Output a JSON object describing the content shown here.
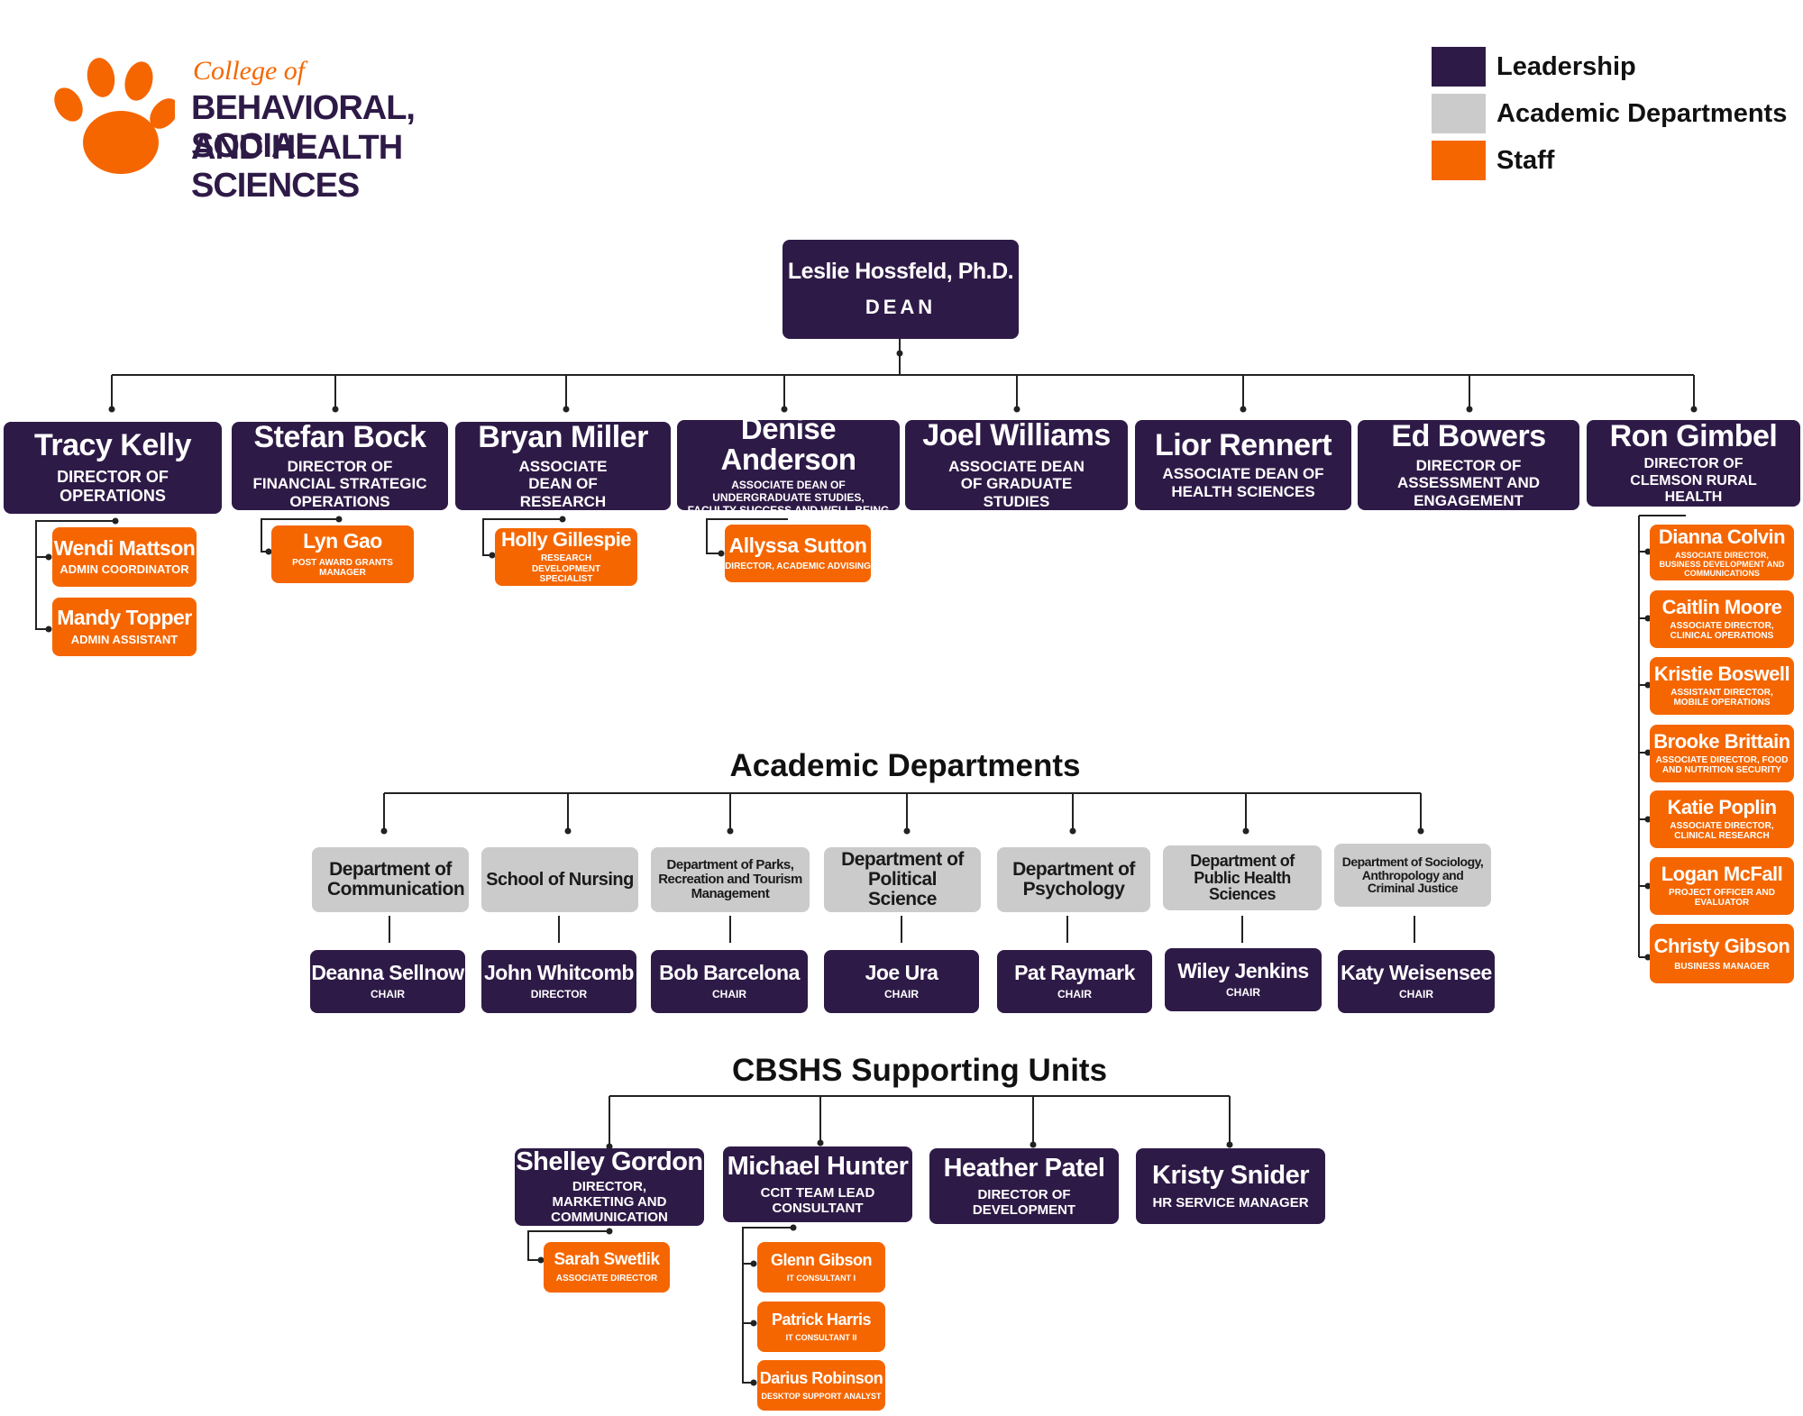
{
  "logo": {
    "line1": "College of",
    "line2": "BEHAVIORAL, SOCIAL",
    "line3": "AND HEALTH SCIENCES",
    "brand_orange": "#f56600",
    "brand_purple": "#2e1a47"
  },
  "legend": [
    {
      "label": "Leadership",
      "color": "#2e1a47"
    },
    {
      "label": "Academic Departments",
      "color": "#cbcbcb"
    },
    {
      "label": "Staff",
      "color": "#f56600"
    }
  ],
  "dean": {
    "name": "Leslie Hossfeld, Ph.D.",
    "title": "DEAN"
  },
  "leaders": [
    {
      "name": "Tracy Kelly",
      "title": "DIRECTOR OF OPERATIONS",
      "staff": [
        {
          "name": "Wendi Mattson",
          "title": "ADMIN COORDINATOR"
        },
        {
          "name": "Mandy Topper",
          "title": "ADMIN ASSISTANT"
        }
      ]
    },
    {
      "name": "Stefan Bock",
      "title": "DIRECTOR OF FINANCIAL STRATEGIC OPERATIONS",
      "staff": [
        {
          "name": "Lyn Gao",
          "title": "POST AWARD GRANTS MANAGER"
        }
      ]
    },
    {
      "name": "Bryan Miller",
      "title": "ASSOCIATE DEAN OF RESEARCH",
      "staff": [
        {
          "name": "Holly Gillespie",
          "title": "RESEARCH DEVELOPMENT SPECIALIST"
        }
      ]
    },
    {
      "name": "Denise Anderson",
      "title": "ASSOCIATE DEAN OF UNDERGRADUATE STUDIES, FACULTY SUCCESS AND WELL-BEING",
      "staff": [
        {
          "name": "Allyssa Sutton",
          "title": "DIRECTOR, ACADEMIC ADVISING"
        }
      ]
    },
    {
      "name": "Joel Williams",
      "title": "ASSOCIATE DEAN OF GRADUATE STUDIES",
      "staff": []
    },
    {
      "name": "Lior Rennert",
      "title": "ASSOCIATE DEAN OF HEALTH SCIENCES",
      "staff": []
    },
    {
      "name": "Ed Bowers",
      "title": "DIRECTOR OF ASSESSMENT AND ENGAGEMENT",
      "staff": []
    },
    {
      "name": "Ron Gimbel",
      "title": "DIRECTOR OF CLEMSON RURAL HEALTH",
      "staff": [
        {
          "name": "Dianna Colvin",
          "title": "ASSOCIATE DIRECTOR, BUSINESS DEVELOPMENT AND COMMUNICATIONS"
        },
        {
          "name": "Caitlin Moore",
          "title": "ASSOCIATE DIRECTOR, CLINICAL OPERATIONS"
        },
        {
          "name": "Kristie Boswell",
          "title": "ASSISTANT DIRECTOR, MOBILE OPERATIONS"
        },
        {
          "name": "Brooke Brittain",
          "title": "ASSOCIATE DIRECTOR, FOOD AND NUTRITION SECURITY"
        },
        {
          "name": "Katie Poplin",
          "title": "ASSOCIATE DIRECTOR, CLINICAL RESEARCH"
        },
        {
          "name": "Logan McFall",
          "title": "PROJECT OFFICER AND EVALUATOR"
        },
        {
          "name": "Christy Gibson",
          "title": "BUSINESS MANAGER"
        }
      ]
    }
  ],
  "academic": {
    "heading": "Academic Departments",
    "departments": [
      {
        "dept": "Department of Communication",
        "name": "Deanna Sellnow",
        "title": "CHAIR"
      },
      {
        "dept": "School of Nursing",
        "name": "John Whitcomb",
        "title": "DIRECTOR"
      },
      {
        "dept": "Department of Parks, Recreation and Tourism Management",
        "name": "Bob Barcelona",
        "title": "CHAIR"
      },
      {
        "dept": "Department of Political Science",
        "name": "Joe Ura",
        "title": "CHAIR"
      },
      {
        "dept": "Department of Psychology",
        "name": "Pat Raymark",
        "title": "CHAIR"
      },
      {
        "dept": "Department of Public Health Sciences",
        "name": "Wiley Jenkins",
        "title": "CHAIR"
      },
      {
        "dept": "Department of Sociology, Anthropology and Criminal Justice",
        "name": "Katy Weisensee",
        "title": "CHAIR"
      }
    ]
  },
  "support": {
    "heading": "CBSHS Supporting Units",
    "units": [
      {
        "name": "Shelley Gordon",
        "title": "DIRECTOR, MARKETING AND COMMUNICATION",
        "staff": [
          {
            "name": "Sarah Swetlik",
            "title": "ASSOCIATE DIRECTOR"
          }
        ]
      },
      {
        "name": "Michael Hunter",
        "title": "CCIT TEAM LEAD CONSULTANT",
        "staff": [
          {
            "name": "Glenn Gibson",
            "title": "IT CONSULTANT I"
          },
          {
            "name": "Patrick Harris",
            "title": "IT CONSULTANT II"
          },
          {
            "name": "Darius Robinson",
            "title": "DESKTOP SUPPORT ANALYST"
          }
        ]
      },
      {
        "name": "Heather Patel",
        "title": "DIRECTOR OF DEVELOPMENT",
        "staff": []
      },
      {
        "name": "Kristy Snider",
        "title": "HR SERVICE MANAGER",
        "staff": []
      }
    ]
  }
}
